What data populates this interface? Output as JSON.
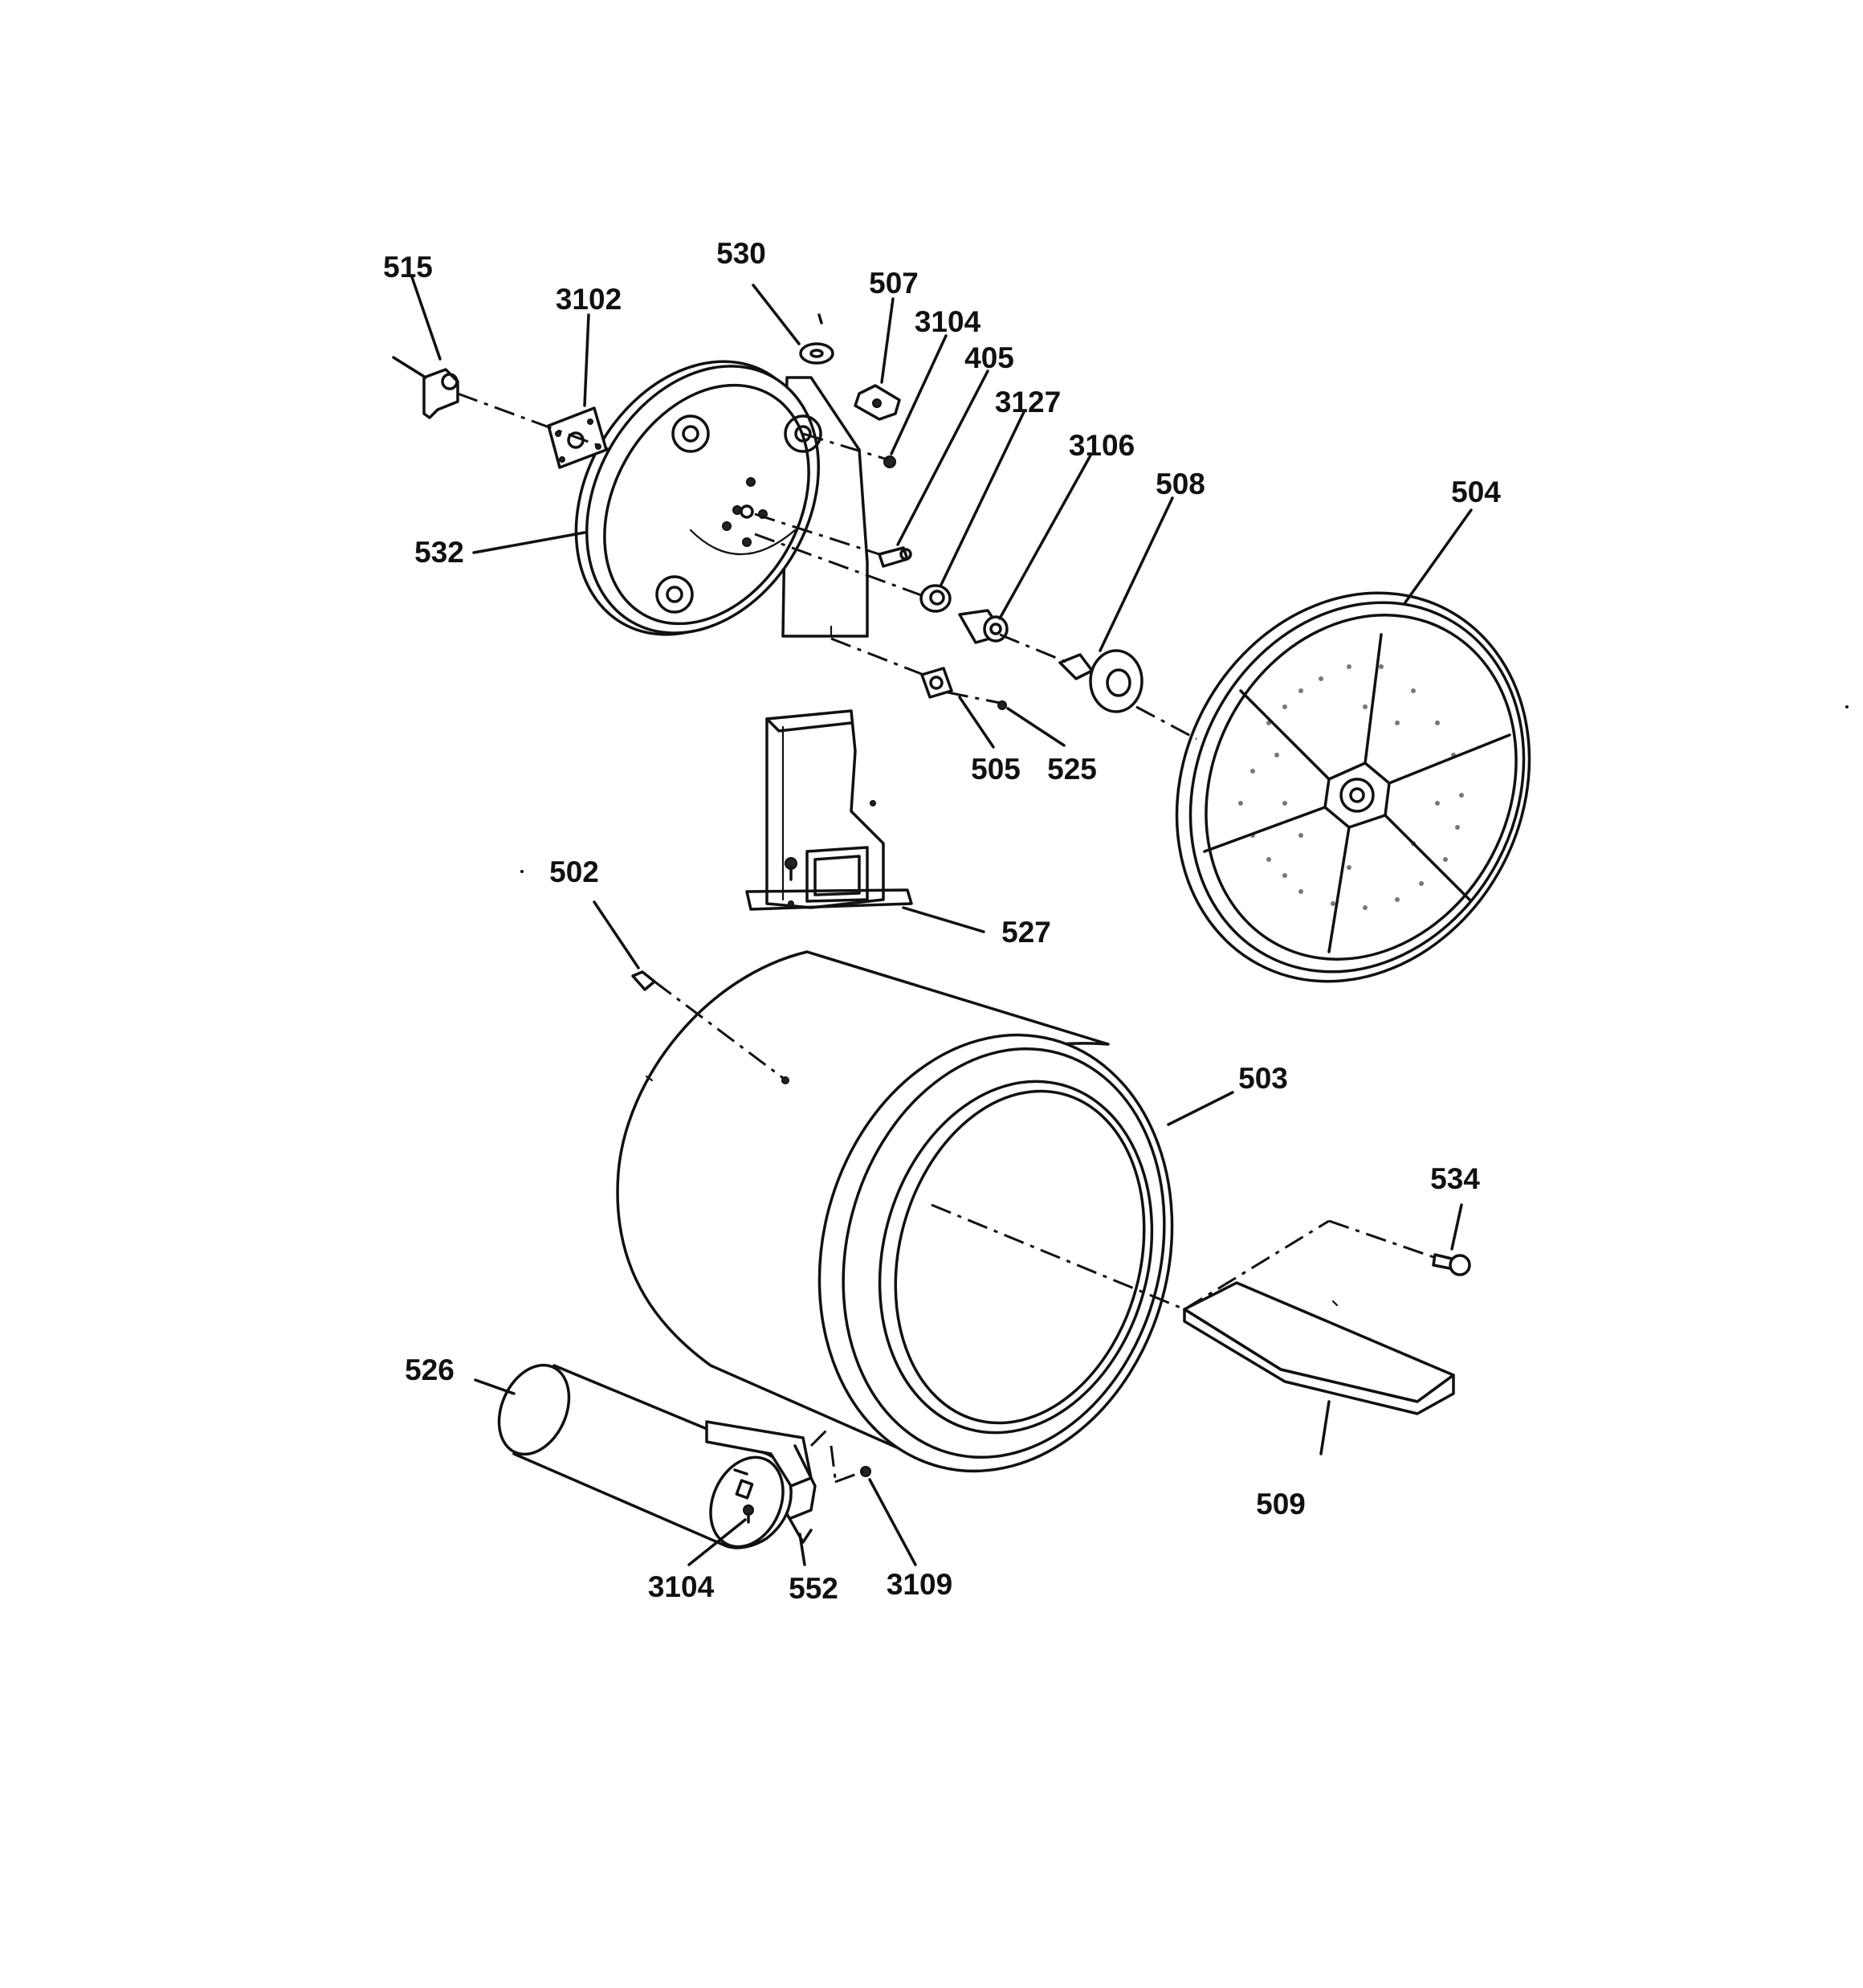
{
  "labels": {
    "l515": "515",
    "l3102": "3102",
    "l530": "530",
    "l507": "507",
    "l3104a": "3104",
    "l405": "405",
    "l3127": "3127",
    "l3106": "3106",
    "l508": "508",
    "l504": "504",
    "l532": "532",
    "l505": "505",
    "l525": "525",
    "l502": "502",
    "l527": "527",
    "l503": "503",
    "l534": "534",
    "l526": "526",
    "l509": "509",
    "l3104b": "3104",
    "l552": "552",
    "l3109": "3109"
  }
}
